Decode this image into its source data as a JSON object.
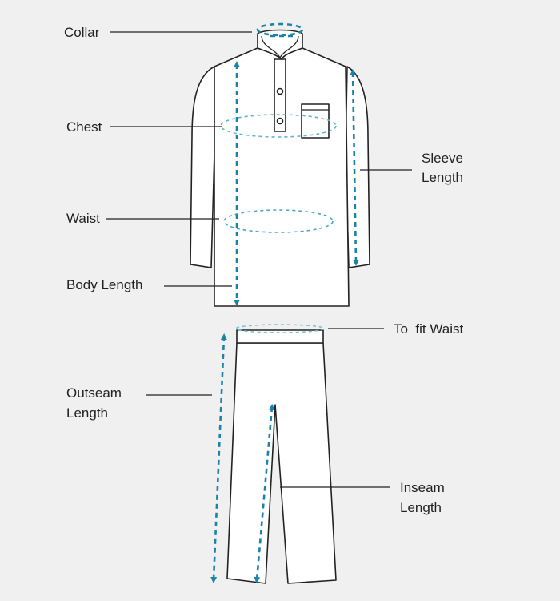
{
  "labels": {
    "collar": "Collar",
    "chest": "Chest",
    "sleeve_length": [
      "Sleeve",
      "Length"
    ],
    "waist": "Waist",
    "body_length": "Body Length",
    "to_fit_waist": "To  fit Waist",
    "outseam_length": [
      "Outseam",
      "Length"
    ],
    "inseam_length": [
      "Inseam",
      "Length"
    ]
  },
  "colors": {
    "background": "#f0f0f0",
    "measure": "#1a84a8",
    "measure_light": "#5fb3cf",
    "outline": "#222222"
  }
}
